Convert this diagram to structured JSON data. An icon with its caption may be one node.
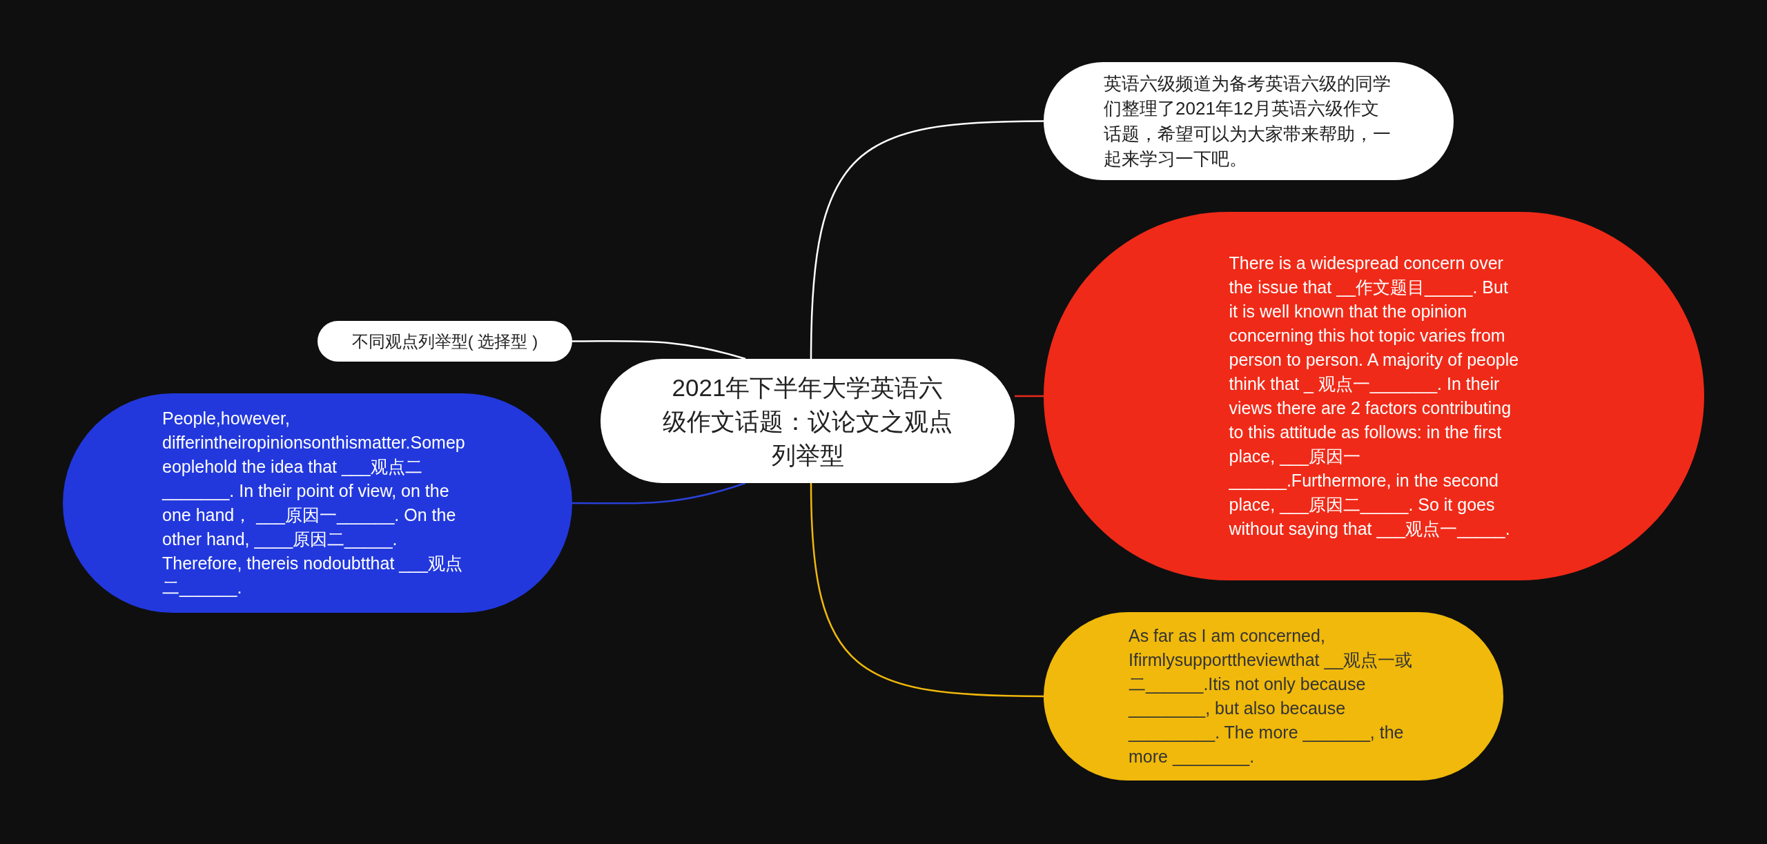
{
  "diagram": {
    "nodes": [
      {
        "text": [
          "2021年下半年大学英语六级作文话题：议论文之观点列举型"
        ]
      },
      {
        "text": [
          "英语六级频道为备考英语六级的同学们整理了2021年12月英语六级作文话题，希望可以为大家带来帮助，一起来学习一下吧。"
        ]
      },
      {
        "text": [
          "There is a widespread concern over the issue that __作文题目_____. But it is well known that the opinion concerning this hot topic varies from person to person. A majority of people think that _ 观点一_______. In their views there are 2 factors contributing to this attitude as follows: in the first place, ___原因一______.Furthermore, in the second place, ___原因二_____. So it goes without saying that ___观点一_____."
        ]
      },
      {
        "text": [
          "As far as I am concerned, Ifirmlysupporttheviewthat __观点一或二______.Itis not only because ________, but also because _________. The more _______, the more ________."
        ]
      },
      {
        "text": [
          "不同观点列举型( 选择型 )"
        ]
      },
      {
        "text": [
          "People,however, differintheiropinionsonthismatter.Somepeoplehold the idea that ___观点二_______. In their point of view, on the one hand， ___原因一______. On the other hand, ____原因二_____. Therefore, thereis nodoubtthat ___观点二______."
        ]
      }
    ],
    "edges": [
      {
        "from": 0,
        "to": 1,
        "arrow": "none"
      },
      {
        "from": 0,
        "to": 2,
        "arrow": "none",
        "color": "#e8291c"
      },
      {
        "from": 0,
        "to": 3,
        "arrow": "none",
        "color": "#f0b80c"
      },
      {
        "from": 0,
        "to": 4,
        "arrow": "none"
      },
      {
        "from": 0,
        "to": 5,
        "arrow": "none",
        "color": "#2a40d8"
      }
    ]
  }
}
